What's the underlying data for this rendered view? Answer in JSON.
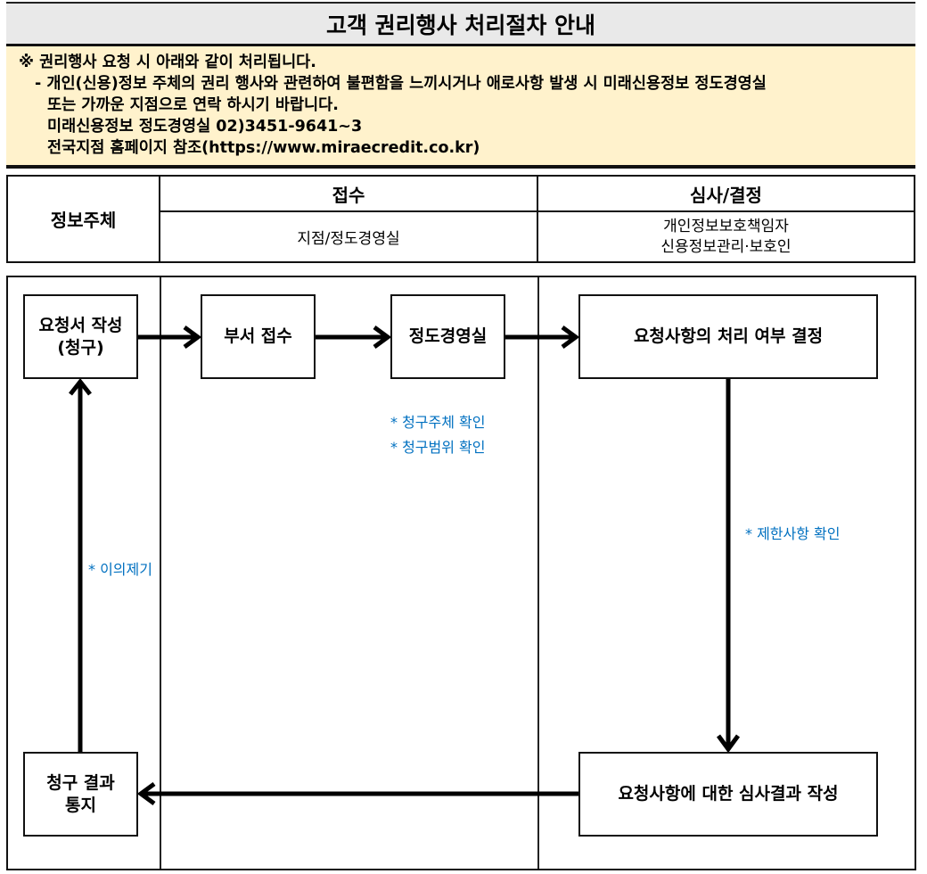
{
  "title": "고객 권리행사 처리절차 안내",
  "notice": {
    "line1": "※ 권리행사 요청 시 아래와 같이 처리됩니다.",
    "line2": "- 개인(신용)정보 주체의 권리 행사와 관련하여 불편함을 느끼시거나 애로사항 발생 시 미래신용정보 정도경영실",
    "line3": "또는 가까운 지점으로 연락 하시기 바랍니다.",
    "line4": "미래신용정보 정도경영실 02)3451-9641~3",
    "line5": "전국지점 홈페이지 참조(https://www.miraecredit.co.kr)"
  },
  "header": {
    "subject": "정보주체",
    "reception": "접수",
    "reception_sub": "지점/정도경영실",
    "review": "심사/결정",
    "review_sub1": "개인정보보호책임자",
    "review_sub2": "신용정보관리·보호인"
  },
  "flow": {
    "request_line1": "요청서 작성",
    "request_line2": "(청구)",
    "dept_receive": "부서 접수",
    "compliance": "정도경영실",
    "decide": "요청사항의 처리 여부 결정",
    "review_result": "요청사항에 대한 심사결과 작성",
    "notify_line1": "청구 결과",
    "notify_line2": "통지",
    "note_subject": "* 청구주체 확인",
    "note_scope": "* 청구범위 확인",
    "note_limits": "* 제한사항 확인",
    "note_objection": "* 이의제기"
  },
  "colors": {
    "note": "#0070c0",
    "notice_bg": "#fff2cc",
    "title_bg": "#e9e9e9"
  }
}
